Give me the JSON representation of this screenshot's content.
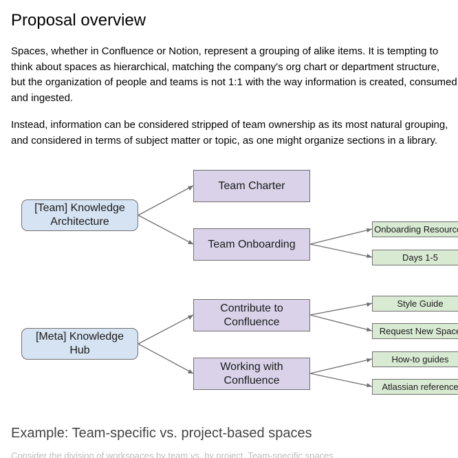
{
  "heading": "Proposal overview",
  "paragraph1": [
    "Spaces, whether in Confluence or Notion, represent a grouping of alike items. It is tempting to",
    "think about spaces as hierarchical, matching the company's org chart or department structure,",
    "but the organization of people and teams is not 1:1 with the way information is created, consumed",
    "and ingested."
  ],
  "paragraph2": [
    "Instead, information can be considered stripped of team ownership as its most natural grouping,",
    "and considered in terms of subject matter or topic, as one might organize sections in a library."
  ],
  "diagram": {
    "group1": {
      "root": "[Team] Knowledge\nArchitecture",
      "children": [
        "Team Charter",
        "Team Onboarding"
      ],
      "leaves": [
        "Onboarding Resources",
        "Days 1-5"
      ]
    },
    "group2": {
      "root": "[Meta] Knowledge\nHub",
      "children": [
        "Contribute to\nConfluence",
        "Working with\nConfluence"
      ],
      "leaves": [
        "Style Guide",
        "Request New Space",
        "How-to guides",
        "Atlassian reference"
      ]
    }
  },
  "subheading": "Example: Team-specific vs. project-based spaces",
  "next_line": "Consider the division of workspaces by team vs. by project. Team-specific spaces"
}
